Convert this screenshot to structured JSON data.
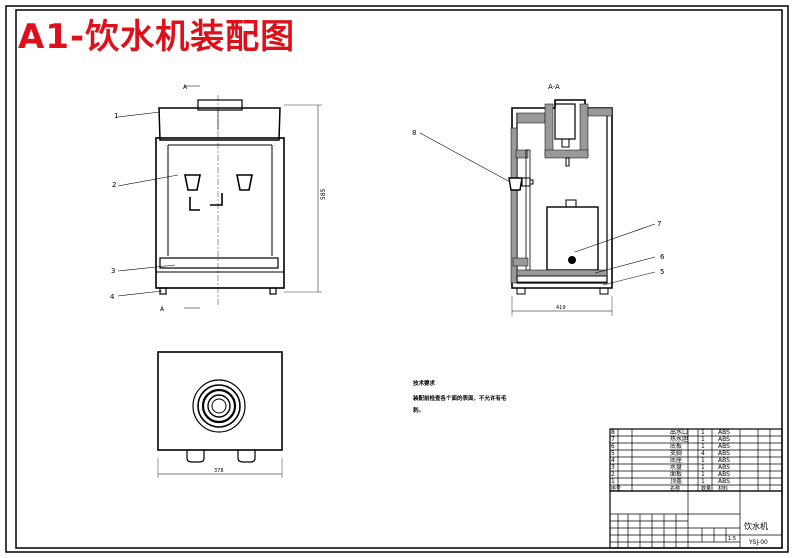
{
  "drawing_title": "A1-饮水机装配图",
  "labels": {
    "section_marker_top": "A",
    "section_marker_bottom": "A",
    "section_view_title": "A-A",
    "height_dim": "585",
    "width_dim_section": "419",
    "width_dim_top": "378",
    "balloon_1": "1",
    "balloon_2": "2",
    "balloon_3": "3",
    "balloon_4": "4",
    "balloon_5": "5",
    "balloon_6": "6",
    "balloon_7": "7",
    "balloon_8": "8"
  },
  "notes": {
    "heading": "技术要求",
    "line1": "装配前检查各个面的表面，不允许有毛",
    "line2": "刺。"
  },
  "title_block": {
    "material": "ABS",
    "product_name": "饮水机",
    "drawing_number": "YSJ-00",
    "scale": "1:5",
    "bom_rows": [
      {
        "no": "8",
        "name": "出水口",
        "qty": "1",
        "material": "ABS"
      },
      {
        "no": "7",
        "name": "热水胆",
        "qty": "1",
        "material": "ABS"
      },
      {
        "no": "6",
        "name": "底板",
        "qty": "1",
        "material": "ABS"
      },
      {
        "no": "5",
        "name": "支脚",
        "qty": "4",
        "material": "ABS"
      },
      {
        "no": "4",
        "name": "底座",
        "qty": "1",
        "material": "ABS"
      },
      {
        "no": "3",
        "name": "水盘",
        "qty": "1",
        "material": "ABS"
      },
      {
        "no": "2",
        "name": "面板",
        "qty": "1",
        "material": "ABS"
      },
      {
        "no": "1",
        "name": "顶盖",
        "qty": "1",
        "material": "ABS"
      }
    ],
    "header": {
      "no": "序号",
      "name": "名称",
      "qty": "数量",
      "material": "材料"
    }
  }
}
